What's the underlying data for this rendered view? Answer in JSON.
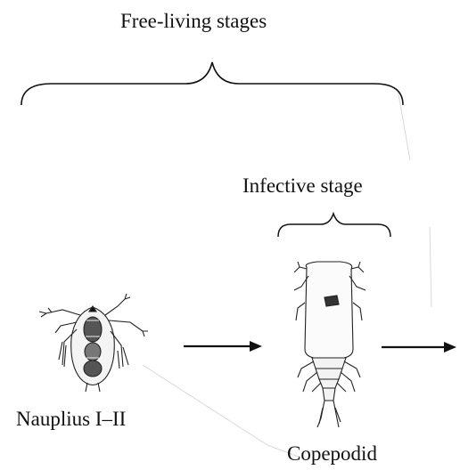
{
  "labels": {
    "free_living": "Free-living stages",
    "infective": "Infective stage",
    "nauplius": "Nauplius I–II",
    "copepodid": "Copepodid"
  },
  "colors": {
    "ink": "#111111",
    "faint": "#bdbdbd",
    "background": "#ffffff"
  }
}
